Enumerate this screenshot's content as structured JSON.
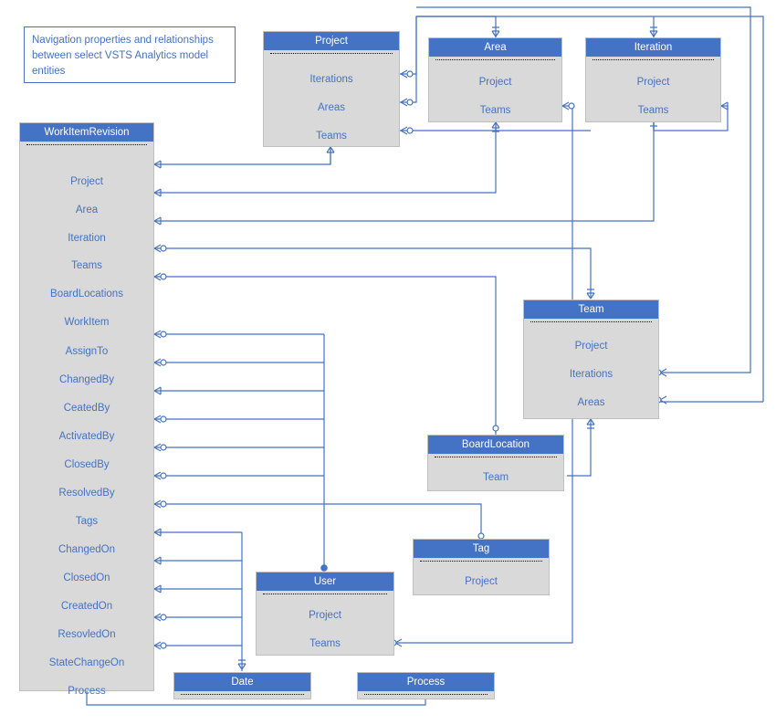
{
  "diagram": {
    "title_note": "Navigation properties and relationships between select VSTS Analytics model entities",
    "colors": {
      "header": "#4472C4",
      "body": "#d9d9d9",
      "text": "#4472C4",
      "line": "#4472C4",
      "border": "#bfbfbf"
    }
  },
  "entities": [
    {
      "id": "workitemrevision",
      "name": "WorkItemRevision",
      "fields": [
        "Project",
        "Area",
        "Iteration",
        "Teams",
        "BoardLocations",
        "WorkItem",
        "AssignTo",
        "ChangedBy",
        "CeatedBy",
        "ActivatedBy",
        "ClosedBy",
        "ResolvedBy",
        "Tags",
        "ChangedOn",
        "ClosedOn",
        "CreatedOn",
        "ResovledOn",
        "StateChangeOn",
        "Process"
      ]
    },
    {
      "id": "project",
      "name": "Project",
      "fields": [
        "Iterations",
        "Areas",
        "Teams"
      ]
    },
    {
      "id": "area",
      "name": "Area",
      "fields": [
        "Project",
        "Teams"
      ]
    },
    {
      "id": "iteration",
      "name": "Iteration",
      "fields": [
        "Project",
        "Teams"
      ]
    },
    {
      "id": "team",
      "name": "Team",
      "fields": [
        "Project",
        "Iterations",
        "Areas"
      ]
    },
    {
      "id": "boardlocation",
      "name": "BoardLocation",
      "fields": [
        "Team"
      ]
    },
    {
      "id": "tag",
      "name": "Tag",
      "fields": [
        "Project"
      ]
    },
    {
      "id": "user",
      "name": "User",
      "fields": [
        "Project",
        "Teams"
      ]
    },
    {
      "id": "date",
      "name": "Date",
      "fields": []
    },
    {
      "id": "process",
      "name": "Process",
      "fields": []
    }
  ]
}
